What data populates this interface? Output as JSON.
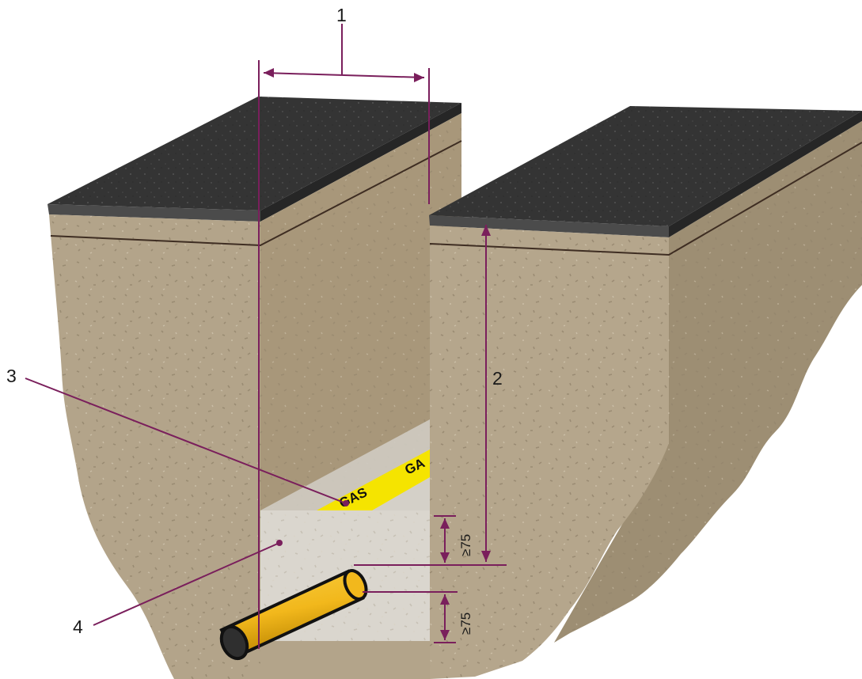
{
  "callouts": {
    "trench_width": "1",
    "trench_depth": "2",
    "warning_tape": "3",
    "sand_bedding": "4"
  },
  "dimensions": {
    "cover_above_pipe": "≥75",
    "bedding_below_pipe": "≥75"
  },
  "tape_text": [
    "GAS",
    "GA"
  ],
  "colors": {
    "dimension_line": "#7a1f5c",
    "pipe": "#f2b81c",
    "tape": "#f5e400",
    "asphalt": "#333333",
    "soil": "#b3a48a",
    "sand": "#dad6ce"
  }
}
